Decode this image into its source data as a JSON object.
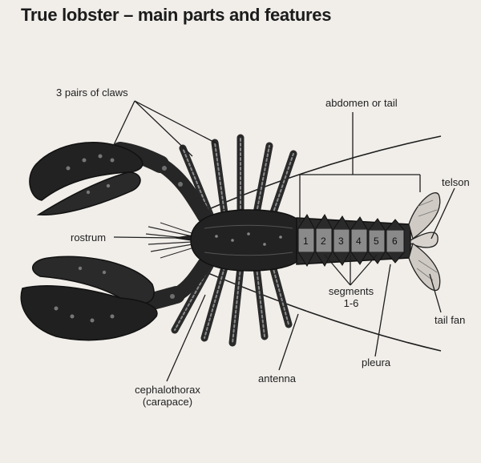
{
  "title": "True lobster – main parts and features",
  "labels": {
    "claws": "3 pairs of claws",
    "abdomen": "abdomen or tail",
    "telson": "telson",
    "rostrum": "rostrum",
    "segments_line1": "segments",
    "segments_line2": "1-6",
    "tail_fan": "tail fan",
    "pleura": "pleura",
    "antenna": "antenna",
    "cephalothorax_line1": "cephalothorax",
    "cephalothorax_line2": "(carapace)"
  },
  "segment_numbers": [
    "1",
    "2",
    "3",
    "4",
    "5",
    "6"
  ],
  "colors": {
    "background": "#f1eeea",
    "body": "#2a2a2a",
    "body_dark": "#161616",
    "segment_fill": "#8a8a8a",
    "line": "#1e1e1e",
    "tail_fan": "#cfcac3"
  }
}
